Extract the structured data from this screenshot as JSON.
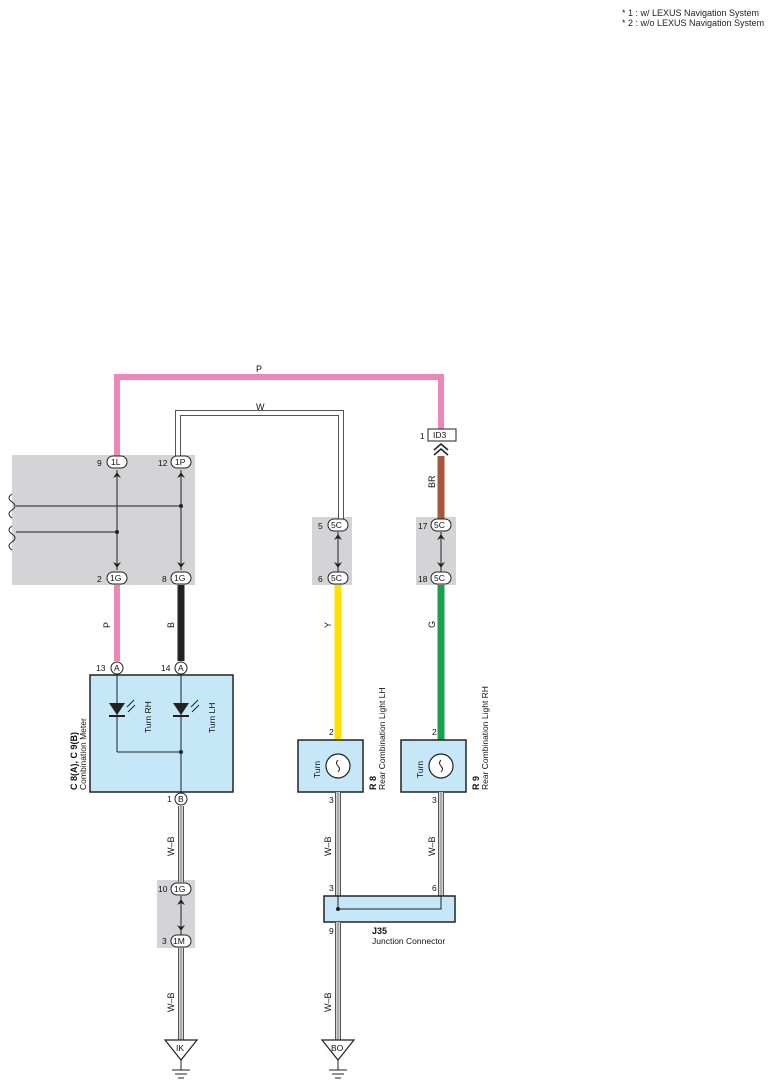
{
  "notes": [
    "* 1 : w/ LEXUS Navigation System",
    "* 2 : w/o LEXUS Navigation System"
  ],
  "colors": {
    "pink": "#ef86b8",
    "black": "#222222",
    "yellow": "#ffe000",
    "green": "#1aa14e",
    "brown": "#a5573a",
    "gray_box": "#d4d4d6",
    "component_fill": "#c5e7f8"
  },
  "wires": {
    "top_pink": "P",
    "top_white": "W",
    "left_pink": "P",
    "left_black": "B",
    "yellow": "Y",
    "green": "G",
    "brown": "BR",
    "meter_ground": "W–B",
    "lower_ground_ik": "W–B",
    "lh_ground": "W–B",
    "rh_ground": "W–B",
    "bo_ground": "W–B"
  },
  "connectors": {
    "c1l": {
      "pin": "9",
      "id": "1L"
    },
    "c1p": {
      "pin": "12",
      "id": "1P"
    },
    "c1g_a": {
      "pin": "2",
      "id": "1G"
    },
    "c1g_b": {
      "pin": "8",
      "id": "1G"
    },
    "c5c_a": {
      "pin": "5",
      "id": "5C"
    },
    "c5c_b": {
      "pin": "6",
      "id": "5C"
    },
    "c5c_c": {
      "pin": "17",
      "id": "5C"
    },
    "c5c_d": {
      "pin": "18",
      "id": "5C"
    },
    "id3": {
      "pin": "1",
      "id": "ID3"
    },
    "c1g_c": {
      "pin": "10",
      "id": "1G"
    },
    "c1m": {
      "pin": "3",
      "id": "1M"
    }
  },
  "meter": {
    "ref": "C 8(A), C 9(B)",
    "name": "Combination Meter",
    "pin_13": "13",
    "pin_13_letter": "A",
    "pin_14": "14",
    "pin_14_letter": "A",
    "pin_1": "1",
    "pin_1_letter": "B",
    "led_rh": "Turn RH",
    "led_lh": "Turn LH"
  },
  "lamp_lh": {
    "ref": "R 8",
    "name": "Rear Combination Light LH",
    "label": "Turn",
    "pin_top": "2",
    "pin_bottom": "3"
  },
  "lamp_rh": {
    "ref": "R 9",
    "name": "Rear Combination Light RH",
    "label": "Turn",
    "pin_top": "2",
    "pin_bottom": "3"
  },
  "junction": {
    "ref": "J35",
    "name": "Junction Connector",
    "pin_3": "3",
    "pin_6": "6",
    "pin_9": "9"
  },
  "grounds": {
    "left": "IK",
    "right": "BO"
  }
}
